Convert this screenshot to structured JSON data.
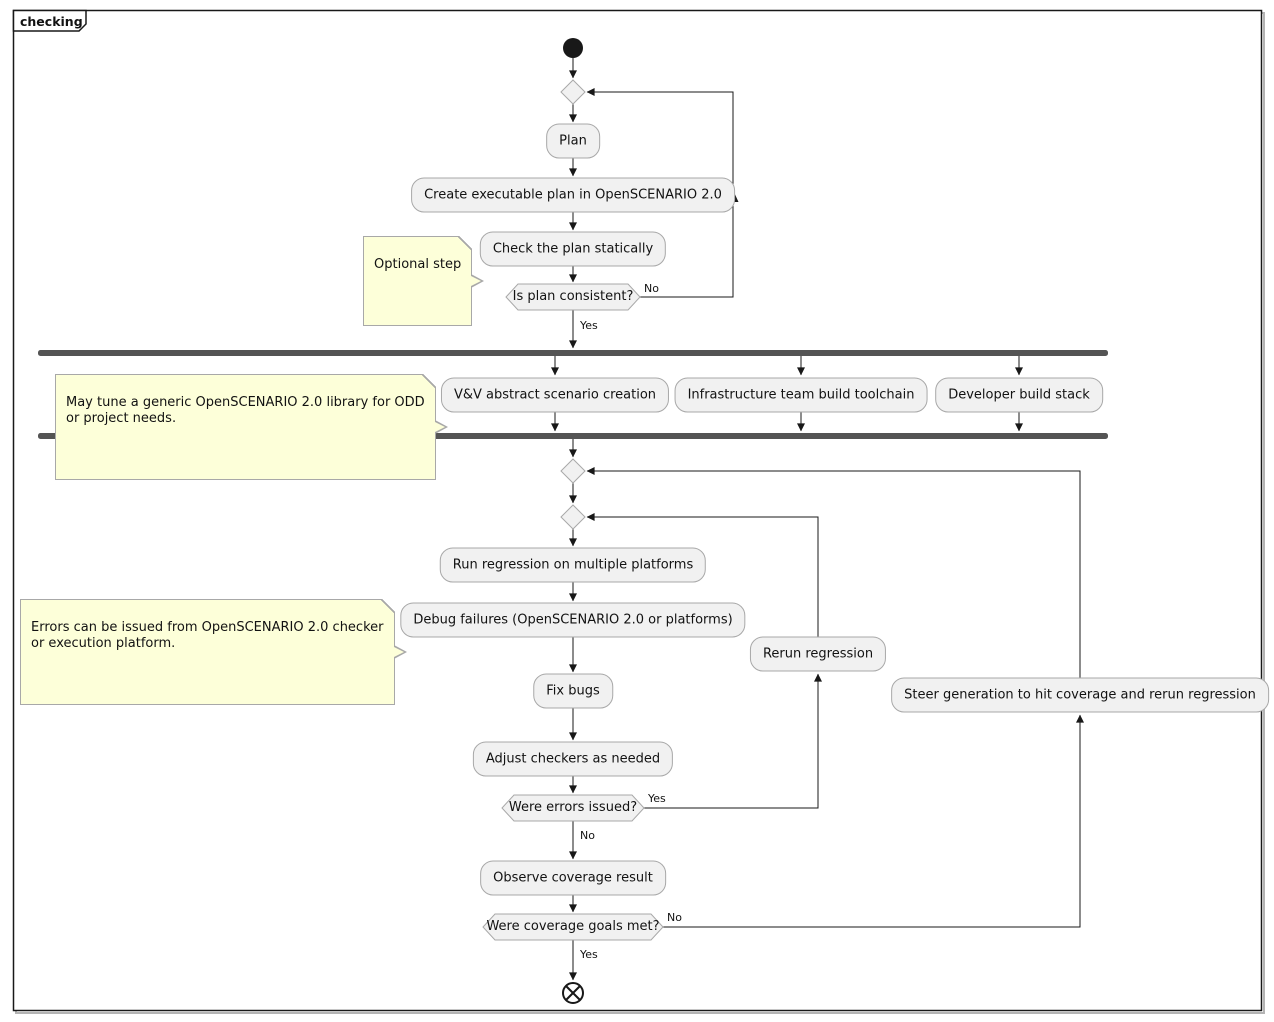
{
  "frame": {
    "title": "checking"
  },
  "colors": {
    "activity_fill": "#f1f1f1",
    "activity_border": "#a8a8a8",
    "note_fill": "#fdffd9",
    "bar_fill": "#545454",
    "line": "#181818",
    "background": "#ffffff"
  },
  "activities": {
    "plan": "Plan",
    "create_plan": "Create executable plan in OpenSCENARIO 2.0",
    "check_plan": "Check the plan statically",
    "vv_scenario": "V&V abstract scenario creation",
    "infra_toolchain": "Infrastructure team build toolchain",
    "dev_stack": "Developer build stack",
    "run_regression": "Run regression on multiple platforms",
    "debug_failures": "Debug failures (OpenSCENARIO 2.0 or platforms)",
    "fix_bugs": "Fix bugs",
    "adjust_checkers": "Adjust checkers as needed",
    "rerun_regression": "Rerun regression",
    "observe_coverage": "Observe coverage result",
    "steer_generation": "Steer generation to hit coverage and rerun regression"
  },
  "decisions": {
    "is_plan_consistent": "Is plan consistent?",
    "were_errors_issued": "Were errors issued?",
    "were_coverage_goals_met": "Were coverage goals met?"
  },
  "notes": {
    "optional_step": "Optional step",
    "may_tune": "May tune a generic OpenSCENARIO 2.0 library for ODD\nor project needs.",
    "errors_issued": "Errors can be issued from OpenSCENARIO 2.0 checker\nor execution platform."
  },
  "edge_labels": {
    "plan_consistent_no": "No",
    "plan_consistent_yes": "Yes",
    "errors_issued_yes": "Yes",
    "errors_issued_no": "No",
    "coverage_no": "No",
    "coverage_yes": "Yes"
  }
}
